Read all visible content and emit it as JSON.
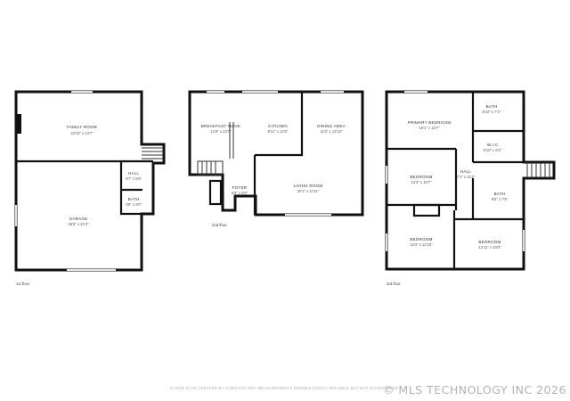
{
  "floors": [
    {
      "label": "1st floor",
      "rooms": [
        {
          "name": "FAMILY ROOM",
          "dims": "22'10\" x 13'7\""
        },
        {
          "name": "HALL",
          "dims": "4'7\" x 5'6\""
        },
        {
          "name": "BATH",
          "dims": "4'8\" x 5'0\""
        },
        {
          "name": "GARAGE",
          "dims": "25'6\" x 21'3\""
        }
      ]
    },
    {
      "label": "2nd floor",
      "rooms": [
        {
          "name": "BREAKFAST NOOK",
          "dims": "11'8\" x 13'7\""
        },
        {
          "name": "KITCHEN",
          "dims": "8'11\" x 12'6\""
        },
        {
          "name": "DINING AREA",
          "dims": "11'2\" x 12'10\""
        },
        {
          "name": "FOYER",
          "dims": "5'8\" x 9'4\""
        },
        {
          "name": "LIVING ROOM",
          "dims": "20'1\" x 11'11\""
        }
      ]
    },
    {
      "label": "3rd floor",
      "rooms": [
        {
          "name": "PRIMARY BEDROOM",
          "dims": "16'1\" x 13'7\""
        },
        {
          "name": "BATH",
          "dims": "6'10\" x 7'2\""
        },
        {
          "name": "W.I.C",
          "dims": "6'10\" x 6'1\""
        },
        {
          "name": "BEDROOM",
          "dims": "12'3\" x 10'7\""
        },
        {
          "name": "HALL",
          "dims": "7'1\" x 11'2\""
        },
        {
          "name": "BATH",
          "dims": "9'5\" x 7'5\""
        },
        {
          "name": "BEDROOM",
          "dims": "12'3\" x 12'10\""
        },
        {
          "name": "BEDROOM",
          "dims": "12'11\" x 10'0\""
        }
      ]
    }
  ],
  "disclaimer": "FLOOR PLAN CREATED BY CUBICASA APP. MEASUREMENTS DEEMED HIGHLY RELIABLE BUT NOT GUARANTEED.",
  "watermark": "© MLS TECHNOLOGY INC 2026"
}
